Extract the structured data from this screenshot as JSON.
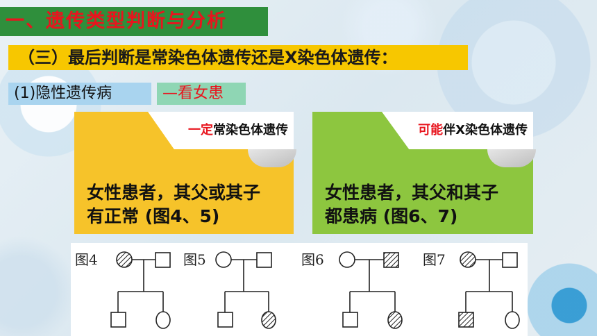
{
  "header": {
    "title": "一、遗传类型判断与分析"
  },
  "subheader": {
    "text": "（三）最后判断是常染色体遗传还是X染色体遗传："
  },
  "labels": {
    "recessive": "(1)隐性遗传病",
    "look": "—看女患"
  },
  "cards": {
    "left": {
      "tag_red": "一定",
      "tag_black": "常染色体遗传",
      "line1": "女性患者，其父或其子",
      "line2": "有正常 (图4、5)"
    },
    "right": {
      "tag_red": "可能",
      "tag_black": "伴X染色体遗传",
      "line1": "女性患者，其父和其子",
      "line2": "都患病 (图6、7)"
    }
  },
  "pedigrees": [
    {
      "label": "图4"
    },
    {
      "label": "图5"
    },
    {
      "label": "图6"
    },
    {
      "label": "图7"
    }
  ]
}
